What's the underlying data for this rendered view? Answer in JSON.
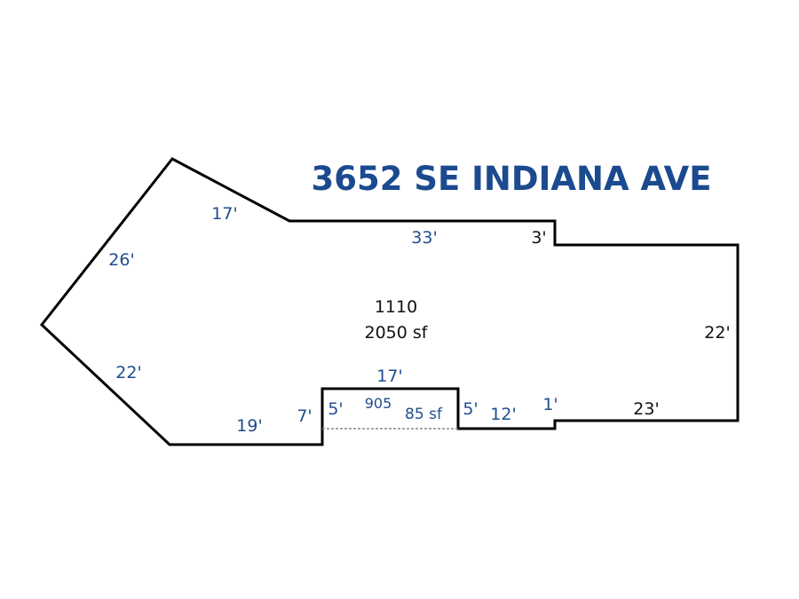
{
  "title": "3652 SE INDIANA AVE",
  "colors": {
    "title": "#1c4a8f",
    "label_blue": "#1f4e8c",
    "label_black": "#111111",
    "outline": "#000000",
    "dashed": "#888888"
  },
  "main_area": {
    "code": "1110",
    "area": "2050 sf"
  },
  "sub_area": {
    "code": "905",
    "area": "85 sf"
  },
  "dimensions": {
    "top_left_diagonal": "17'",
    "left_upper_diagonal": "26'",
    "left_lower_diagonal": "22'",
    "top": "33'",
    "top_step": "3'",
    "right": "22'",
    "bottom_right": "23'",
    "bottom_step": "1'",
    "bottom_middle": "12'",
    "notch_right": "5'",
    "notch_top": "17'",
    "notch_left_inner": "5'",
    "notch_left_outer": "7'",
    "bottom_left": "19'"
  }
}
